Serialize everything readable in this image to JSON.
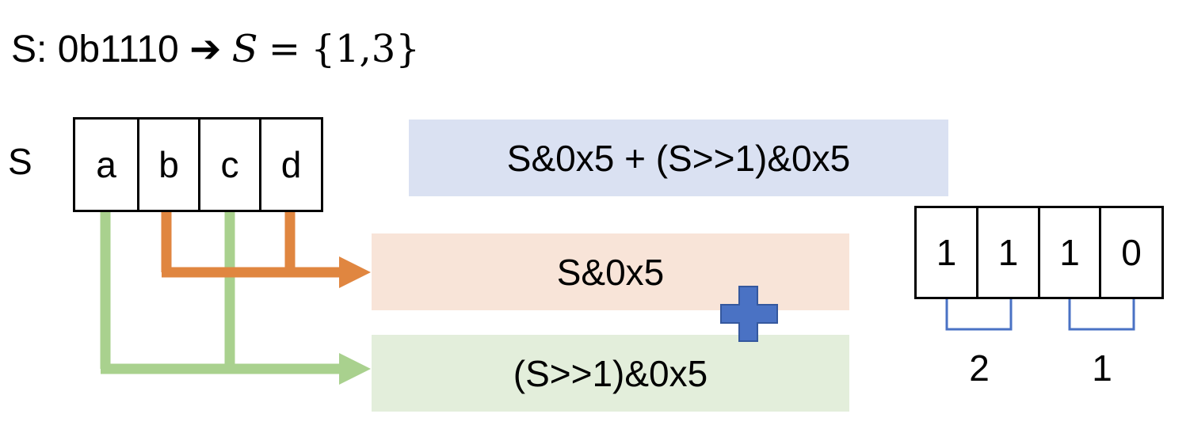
{
  "title": {
    "prefix": "S: 0b1110",
    "arrow": "➔",
    "set_var": "S",
    "eq": "=",
    "set_value": "{1,3}"
  },
  "set_label": "S",
  "bit_letters": [
    "a",
    "b",
    "c",
    "d"
  ],
  "formula_total": "S&0x5 + (S>>1)&0x5",
  "formula_even": "S&0x5",
  "formula_odd": "(S>>1)&0x5",
  "bits": [
    "1",
    "1",
    "1",
    "0"
  ],
  "pair_counts": [
    "2",
    "1"
  ],
  "colors": {
    "total_box": "#dae1f2",
    "even_box": "#f8e4d8",
    "odd_box": "#e3eedb",
    "orange_arrow": "#e08640",
    "green_arrow": "#a9d18e",
    "plus": "#4a72c4",
    "bracket": "#4a72c4"
  },
  "plus_symbol": "plus-icon"
}
